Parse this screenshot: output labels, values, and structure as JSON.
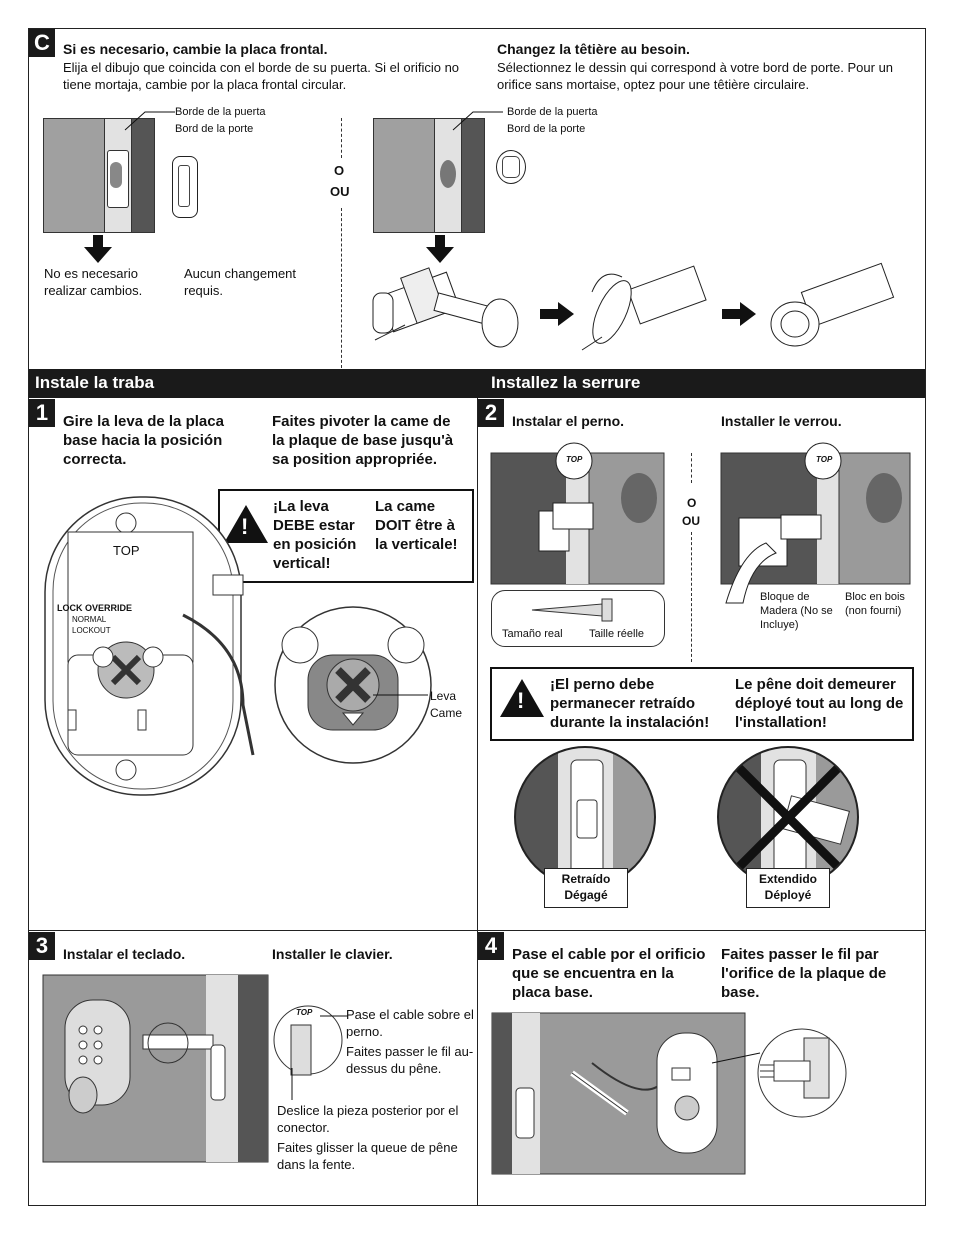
{
  "sectionC": {
    "step": "C",
    "es_title": "Si es necesario, cambie la placa frontal.",
    "es_body": "Elija el dibujo que coincida con el borde de su puerta. Si el orificio no tiene mortaja, cambie por la placa frontal circular.",
    "fr_title": "Changez la têtière au besoin.",
    "fr_body": "Sélectionnez le dessin qui correspond à votre bord de porte. Pour un orifice sans mortaise, optez pour une têtière circulaire.",
    "door_edge_es": "Borde de la puerta",
    "door_edge_fr": "Bord de la porte",
    "or_es": "O",
    "or_fr": "OU",
    "no_change_es": "No es necesario realizar cambios.",
    "no_change_fr": "Aucun changement requis."
  },
  "bars": {
    "es": "Instale la traba",
    "fr": "Installez la serrure"
  },
  "step1": {
    "num": "1",
    "es": "Gire la leva de la placa base hacia la posición correcta.",
    "fr": "Faites pivoter la came de la plaque de base jusqu'à sa position appropriée.",
    "warn_es": "¡La leva DEBE estar en posición vertical!",
    "warn_fr": "La came DOIT être à la verticale!",
    "top": "TOP",
    "lock_override": "LOCK OVERRIDE",
    "normal": "NORMAL",
    "lockout": "LOCKOUT",
    "cam_es": "Leva",
    "cam_fr": "Came"
  },
  "step2": {
    "num": "2",
    "es": "Instalar el perno.",
    "fr": "Installer le verrou.",
    "or_es": "O",
    "or_fr": "OU",
    "top": "TOP",
    "actual_size_es": "Tamaño real",
    "actual_size_fr": "Taille réelle",
    "block_es": "Bloque de Madera (No se Incluye)",
    "block_fr": "Bloc en bois (non fourni)",
    "warn_es": "¡El perno debe permanecer retraído durante la instalación!",
    "warn_fr": "Le pêne doit demeurer déployé tout au long de l'installation!",
    "retracted_es": "Retraído",
    "retracted_fr": "Dégagé",
    "extended_es": "Extendido",
    "extended_fr": "Déployé"
  },
  "step3": {
    "num": "3",
    "es": "Instalar el teclado.",
    "fr": "Installer le clavier.",
    "note1_es": "Pase el cable sobre el perno.",
    "note1_fr": "Faites passer le fil au-dessus du pêne.",
    "note2_es": "Deslice la pieza posterior por el conector.",
    "note2_fr": "Faites glisser la queue de pêne dans la fente.",
    "top": "TOP"
  },
  "step4": {
    "num": "4",
    "es": "Pase el cable por el orificio que se encuentra en la placa base.",
    "fr": "Faites passer le fil par l'orifice de la plaque de base."
  },
  "colors": {
    "door": "#9a9a9a",
    "door_dark": "#555555",
    "edge": "#dcdcdc",
    "black": "#1a1a1a"
  }
}
